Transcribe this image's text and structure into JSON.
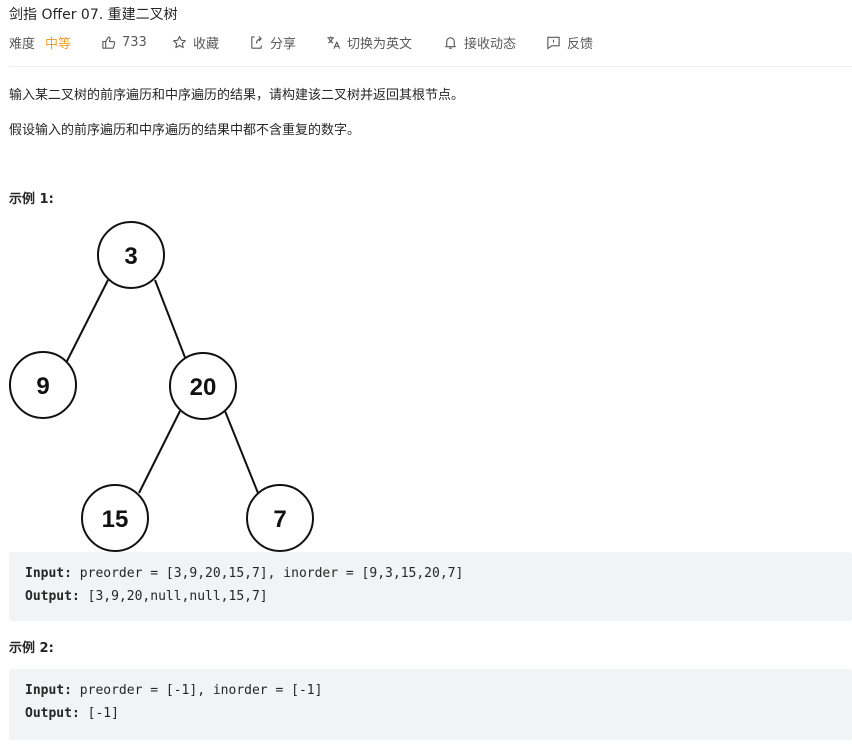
{
  "problem": {
    "title": "剑指 Offer 07. 重建二叉树",
    "difficulty_label": "难度",
    "difficulty_value": "中等",
    "likes": "733",
    "favorite_label": "收藏",
    "share_label": "分享",
    "switch_lang_label": "切换为英文",
    "subscribe_label": "接收动态",
    "feedback_label": "反馈"
  },
  "description": {
    "line1": "输入某二叉树的前序遍历和中序遍历的结果，请构建该二叉树并返回其根节点。",
    "line2": "假设输入的前序遍历和中序遍历的结果中都不含重复的数字。"
  },
  "example1": {
    "title": "示例 1:",
    "tree_nodes": [
      "3",
      "9",
      "20",
      "15",
      "7"
    ],
    "input_label": "Input:",
    "input_text": " preorder = [3,9,20,15,7], inorder = [9,3,15,20,7]",
    "output_label": "Output:",
    "output_text": " [3,9,20,null,null,15,7]"
  },
  "example2": {
    "title": "示例 2:",
    "input_label": "Input:",
    "input_text": " preorder = [-1], inorder = [-1]",
    "output_label": "Output:",
    "output_text": " [-1]"
  },
  "colors": {
    "accent_orange": "#ef9f2d",
    "code_bg": "#f2f3f4",
    "meta_text": "#595959"
  }
}
